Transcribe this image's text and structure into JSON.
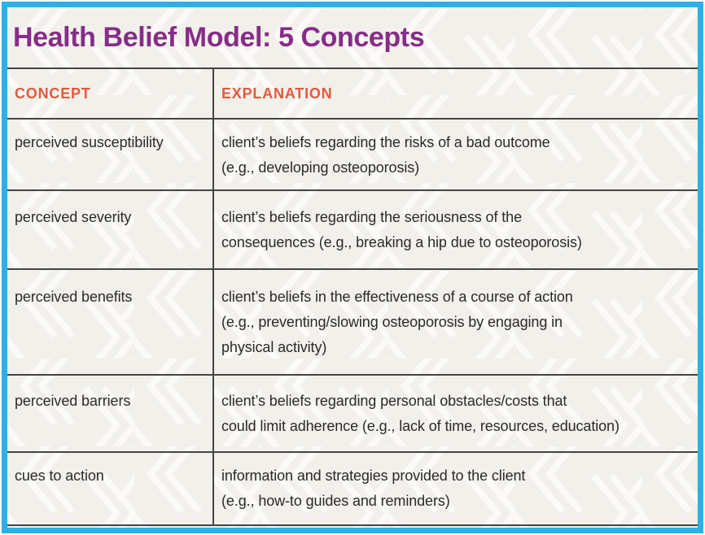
{
  "title": "Health Belief Model: 5 Concepts",
  "colors": {
    "frame_border": "#2CB0E6",
    "title_text": "#862D88",
    "header_text": "#E0593E",
    "body_text": "#2B2A28",
    "grid_line": "#454442",
    "background": "#F2F0EA",
    "watermark_pattern": "#FBFAF6"
  },
  "table": {
    "headers": [
      "CONCEPT",
      "EXPLANATION"
    ],
    "rows": [
      {
        "concept": "perceived susceptibility",
        "explanation": "client’s beliefs regarding the risks of a bad outcome\n(e.g., developing osteoporosis)"
      },
      {
        "concept": "perceived severity",
        "explanation": "client’s beliefs regarding the seriousness of the\nconsequences (e.g., breaking a hip due to osteoporosis)"
      },
      {
        "concept": "perceived benefits",
        "explanation": "client’s beliefs in the effectiveness of a course of action\n(e.g., preventing/slowing osteoporosis by engaging in\nphysical activity)"
      },
      {
        "concept": "perceived barriers",
        "explanation": "client’s beliefs regarding personal obstacles/costs that\ncould limit adherence (e.g., lack of time, resources, education)"
      },
      {
        "concept": "cues to action",
        "explanation": "information and strategies provided to the client\n(e.g., how-to guides and reminders)"
      }
    ]
  }
}
